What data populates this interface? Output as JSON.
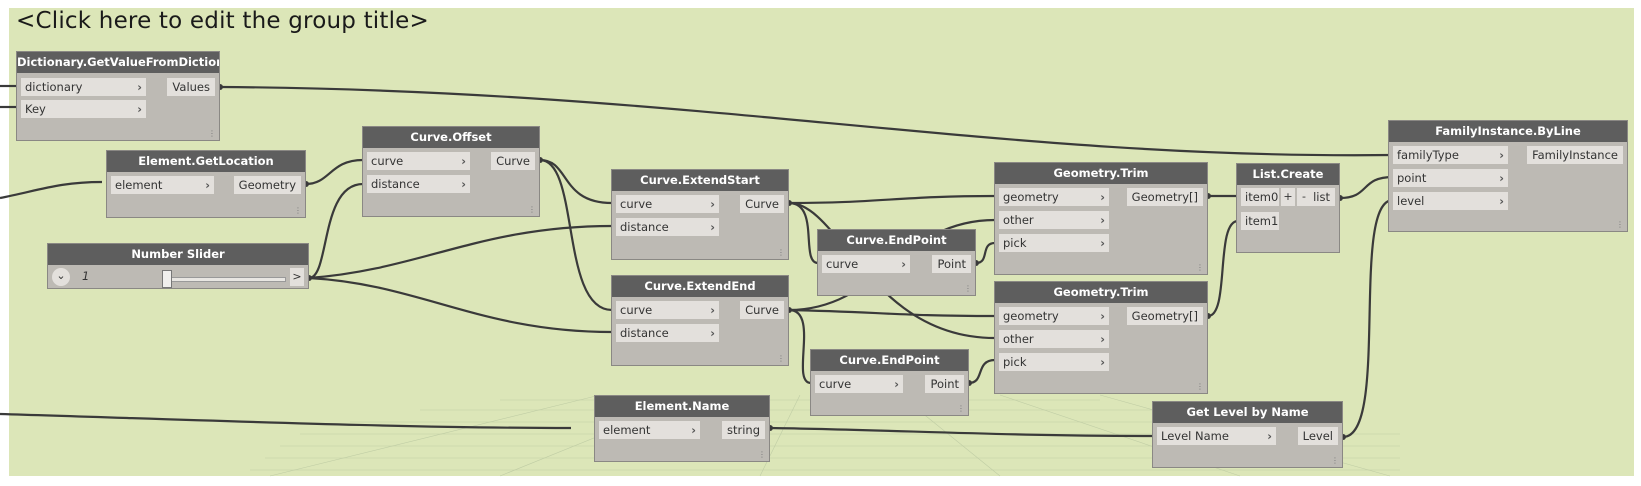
{
  "group": {
    "title": "<Click here to edit the group title>"
  },
  "nodes": {
    "dict": {
      "title": "Dictionary.GetValueFromDictionary",
      "in": [
        "dictionary",
        "Key"
      ],
      "out": "Values"
    },
    "getloc": {
      "title": "Element.GetLocation",
      "in": [
        "element"
      ],
      "out": "Geometry"
    },
    "offset": {
      "title": "Curve.Offset",
      "in": [
        "curve",
        "distance"
      ],
      "out": "Curve"
    },
    "slider": {
      "title": "Number Slider",
      "value": "1",
      "toggle": "⌄",
      "next": ">"
    },
    "extstart": {
      "title": "Curve.ExtendStart",
      "in": [
        "curve",
        "distance"
      ],
      "out": "Curve"
    },
    "extend": {
      "title": "Curve.ExtendEnd",
      "in": [
        "curve",
        "distance"
      ],
      "out": "Curve"
    },
    "endpt1": {
      "title": "Curve.EndPoint",
      "in": [
        "curve"
      ],
      "out": "Point"
    },
    "endpt2": {
      "title": "Curve.EndPoint",
      "in": [
        "curve"
      ],
      "out": "Point"
    },
    "trim1": {
      "title": "Geometry.Trim",
      "in": [
        "geometry",
        "other",
        "pick"
      ],
      "out": "Geometry[]"
    },
    "trim2": {
      "title": "Geometry.Trim",
      "in": [
        "geometry",
        "other",
        "pick"
      ],
      "out": "Geometry[]"
    },
    "listcreate": {
      "title": "List.Create",
      "in": [
        "item0",
        "item1"
      ],
      "plus": "+",
      "minus": "-",
      "out": "list"
    },
    "famline": {
      "title": "FamilyInstance.ByLine",
      "in": [
        "familyType",
        "point",
        "level"
      ],
      "out": "FamilyInstance"
    },
    "elname": {
      "title": "Element.Name",
      "in": [
        "element"
      ],
      "out": "string"
    },
    "getlevel": {
      "title": "Get Level by Name",
      "in": [
        "Level Name"
      ],
      "out": "Level"
    }
  },
  "colors": {
    "group": "#dce6b8",
    "header": "#5e5e5e",
    "node_body": "#bdbab4",
    "port": "#e3e0dc",
    "wire": "#3a3a3a"
  }
}
